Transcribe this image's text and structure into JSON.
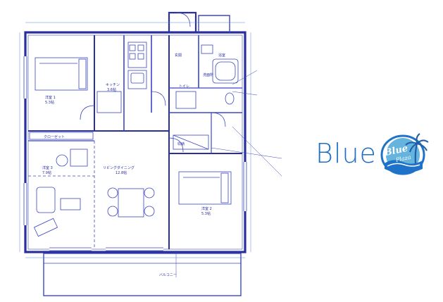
{
  "colors": {
    "wall": "#2a2f9a",
    "line": "#3b46c7",
    "grid": "#4f8be0",
    "brand": "#1f6fc4",
    "logo_sun": "#4aa7d8",
    "logo_ring": "#1e73c8"
  },
  "brand": {
    "name": "Blue",
    "logo_text": "Blue",
    "logo_subtext": "Plaza"
  },
  "rooms": {
    "western1": {
      "name": "洋室 1",
      "size": "5.3帖"
    },
    "western2": {
      "name": "洋室 2",
      "size": "5.3帖"
    },
    "western3": {
      "name": "洋室 3",
      "size": "7.9帖"
    },
    "living": {
      "name": "リビングダイニング",
      "size": "12.8帖"
    },
    "kitchen": {
      "name": "キッチン",
      "size": "3.6帖"
    },
    "bath": {
      "name": "浴室"
    },
    "toilet": {
      "name": "トイレ"
    },
    "washroom": {
      "name": "洗面所"
    },
    "entrance": {
      "name": "玄関"
    },
    "balcony": {
      "name": "バルコニー"
    },
    "storage": {
      "name": "収納"
    },
    "closet": {
      "name": "クローゼット"
    }
  },
  "icons": [
    "sun-icon",
    "palm-icon",
    "wave-icon"
  ]
}
